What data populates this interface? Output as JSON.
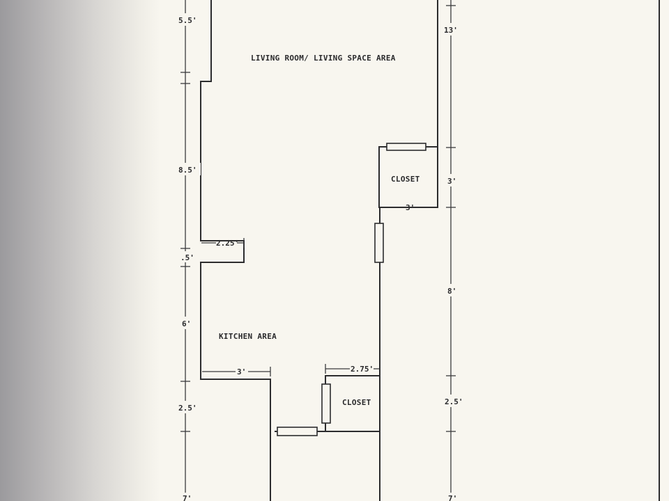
{
  "rooms": {
    "living": "LIVING ROOM/ LIVING SPACE AREA",
    "kitchen": "KITCHEN AREA",
    "closet_upper": "CLOSET",
    "closet_lower": "CLOSET"
  },
  "dimensions": {
    "left_top": "5.5'",
    "left_middle": "8.5'",
    "left_small": ".5'",
    "left_kitchen": "6'",
    "left_lower": "2.5'",
    "left_bottom": "7'",
    "right_top": "13'",
    "right_closet": "3'",
    "right_middle": "8'",
    "right_lower": "2.5'",
    "right_bottom": "7'",
    "closet_upper_width": "3'",
    "counter_width": "2.25'",
    "kitchen_width": "3'",
    "closet_lower_width": "2.75'"
  }
}
